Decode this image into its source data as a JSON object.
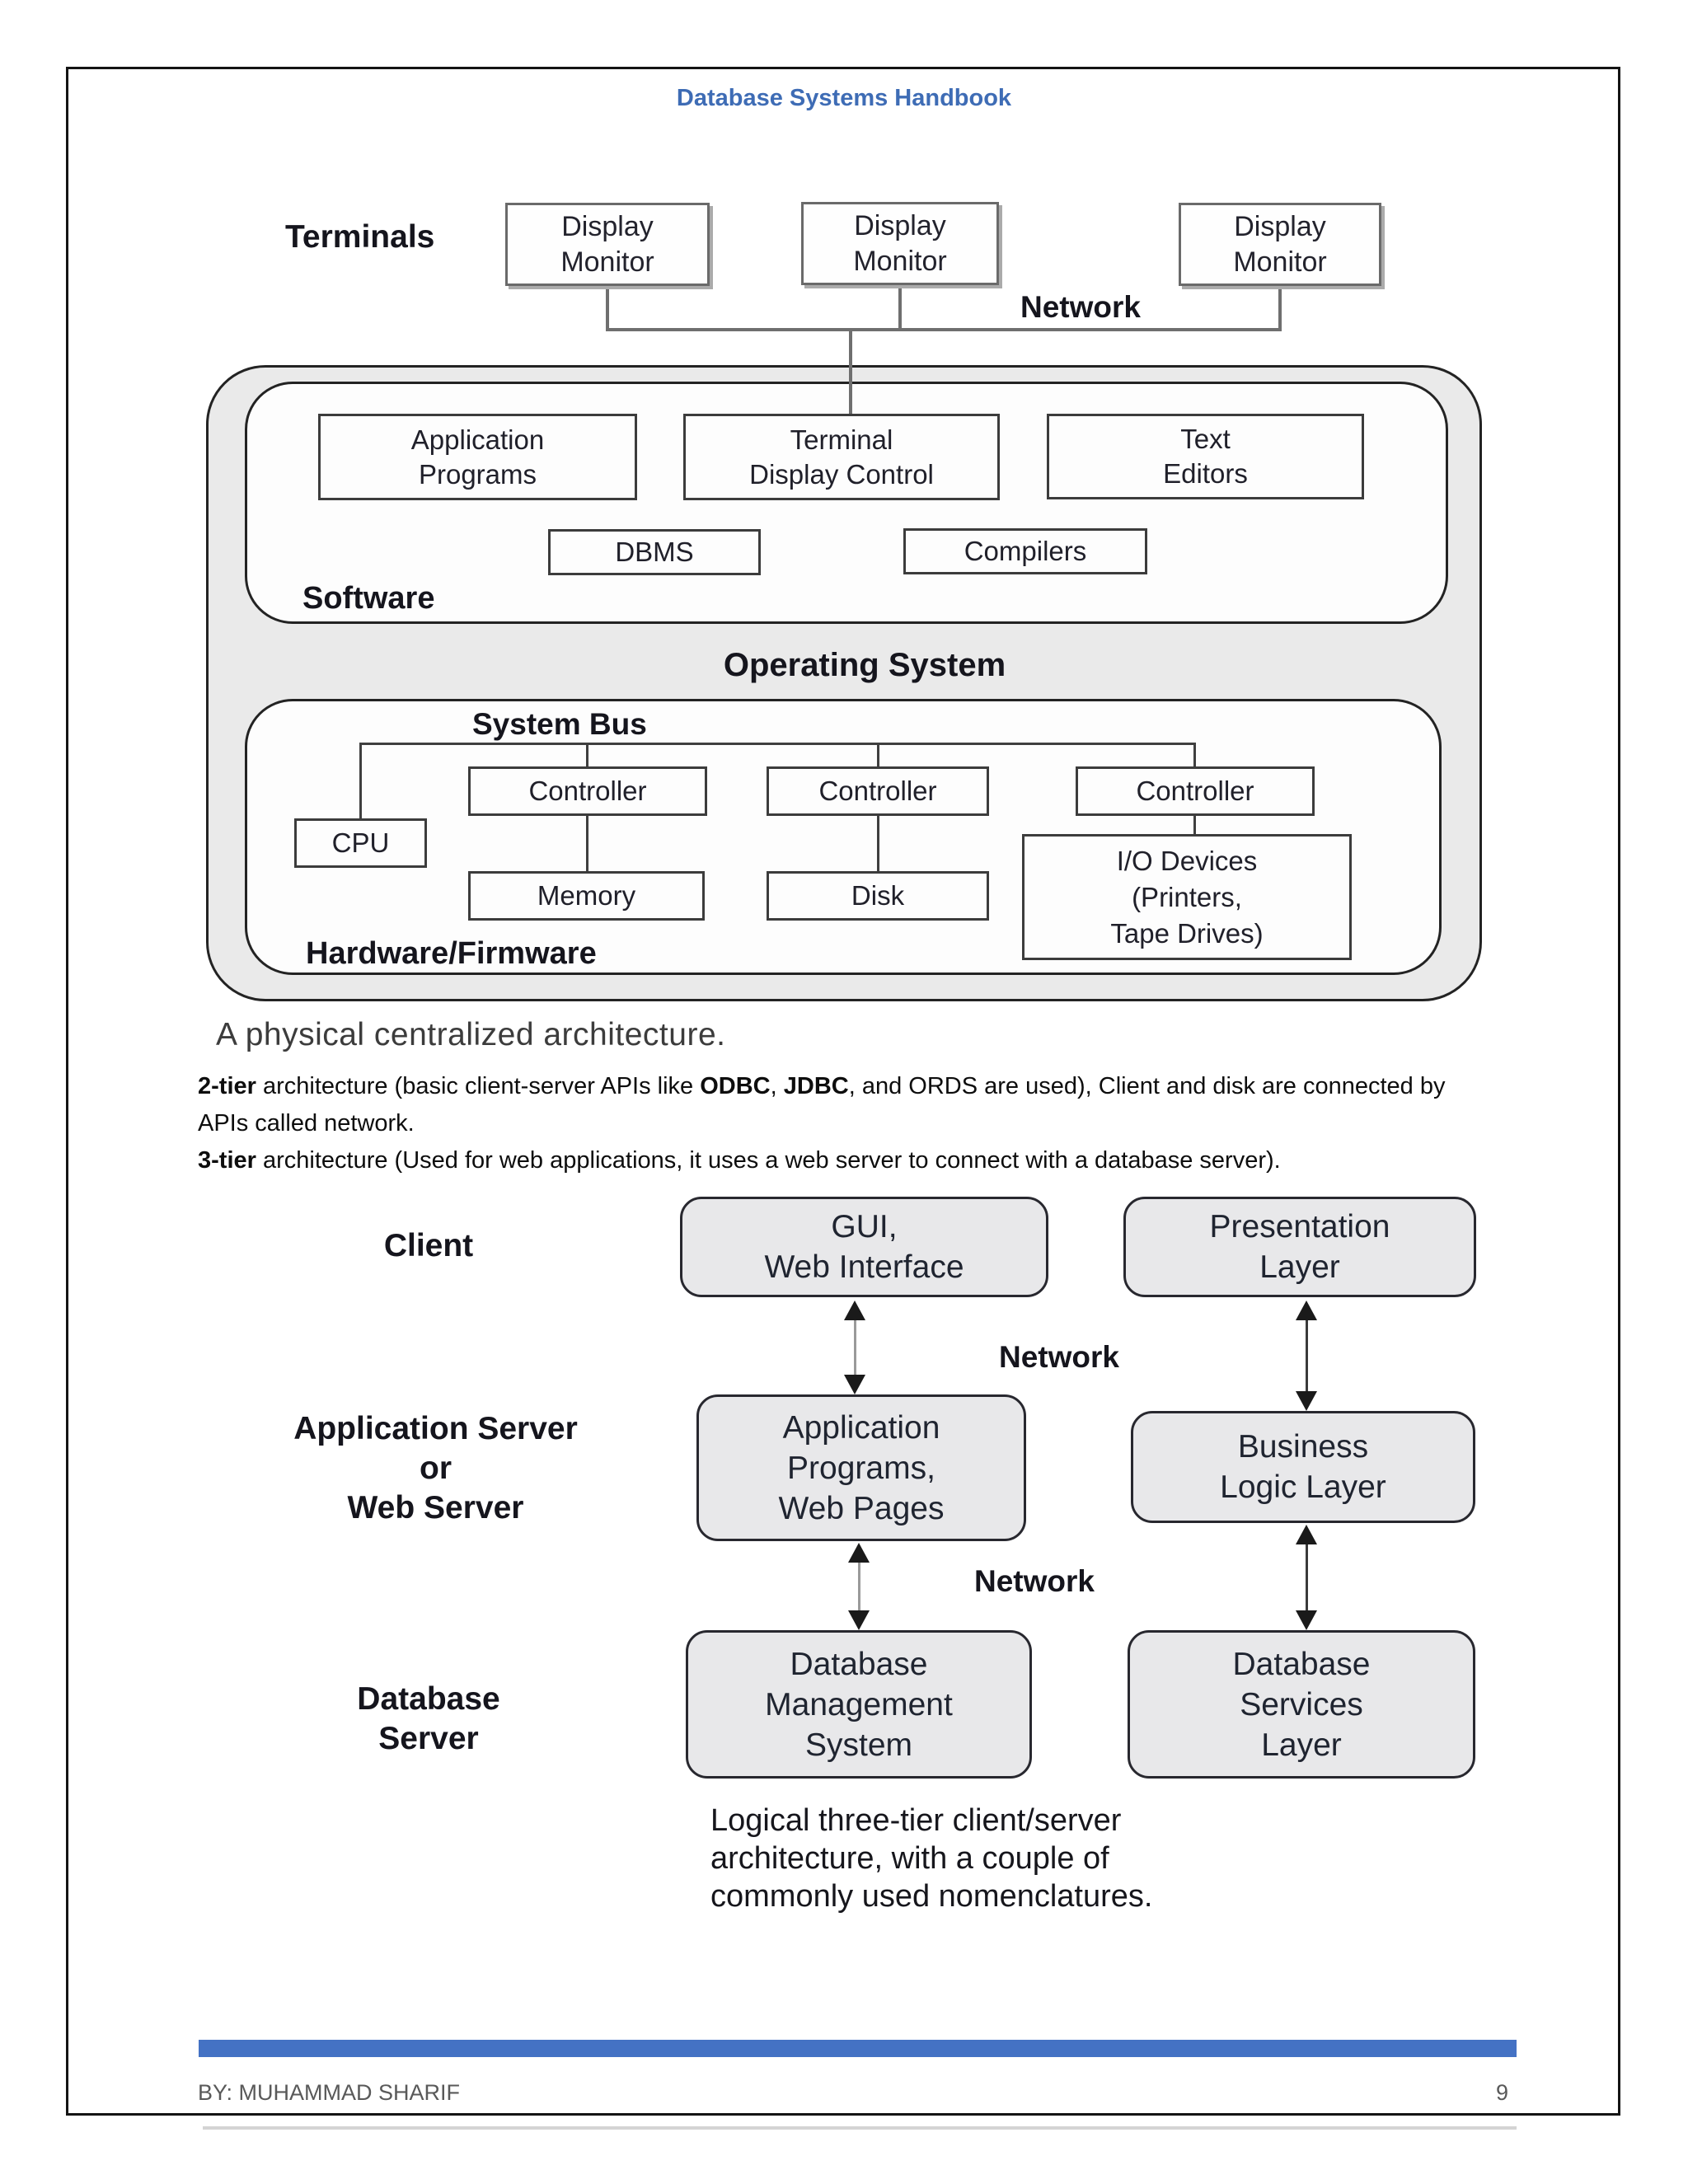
{
  "header": {
    "title": "Database Systems Handbook"
  },
  "figure1": {
    "terminals_label": "Terminals",
    "network_label": "Network",
    "monitors": [
      "Display\nMonitor",
      "Display\nMonitor",
      "Display\nMonitor"
    ],
    "software": {
      "label": "Software",
      "app_programs": "Application\nPrograms",
      "terminal_display_control": "Terminal\nDisplay Control",
      "text_editors": "Text\nEditors",
      "dbms": "DBMS",
      "compilers": "Compilers"
    },
    "os_label": "Operating System",
    "hardware": {
      "label": "Hardware/Firmware",
      "system_bus_label": "System Bus",
      "cpu": "CPU",
      "controllers": [
        "Controller",
        "Controller",
        "Controller"
      ],
      "memory": "Memory",
      "disk": "Disk",
      "io_devices": "I/O Devices\n(Printers,\nTape Drives)"
    },
    "caption": "A physical centralized architecture."
  },
  "body": {
    "p1": {
      "b1": "2-tier",
      "t1": " architecture (basic client-server APIs like ",
      "b2": "ODBC",
      "t2": ", ",
      "b3": "JDBC",
      "t3": ", and ORDS are used), Client and disk are connected by\nAPIs called network."
    },
    "p2": {
      "b1": "3-tier",
      "t1": " architecture (Used for web applications, it uses a web server to connect with a database server)."
    }
  },
  "figure2": {
    "row_labels": [
      "Client",
      "Application Server\nor\nWeb Server",
      "Database\nServer"
    ],
    "network_labels": [
      "Network",
      "Network"
    ],
    "left_column": [
      "GUI,\nWeb Interface",
      "Application\nPrograms,\nWeb Pages",
      "Database\nManagement\nSystem"
    ],
    "right_column": [
      "Presentation\nLayer",
      "Business\nLogic Layer",
      "Database\nServices\nLayer"
    ],
    "caption": "Logical three-tier client/server\narchitecture, with a couple of\ncommonly used nomenclatures."
  },
  "footer": {
    "author": "BY: MUHAMMAD SHARIF",
    "page_number": "9"
  },
  "colors": {
    "header_blue": "#3E6CB5",
    "footer_bar": "#4472C4",
    "figure_gray_fill": "#eaeaea",
    "footer_text_gray": "#595959"
  }
}
